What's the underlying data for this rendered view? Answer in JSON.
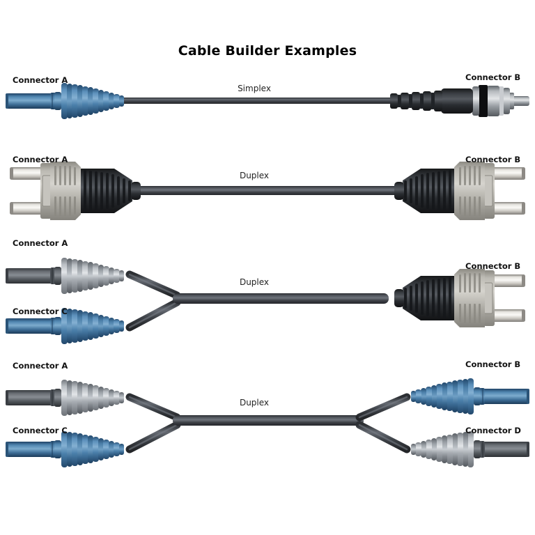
{
  "page": {
    "title": "Cable Builder Examples",
    "background": "#ffffff"
  },
  "colors": {
    "cable_dark": "#34373c",
    "cable_mid": "#4a4e55",
    "cable_light": "#6e737b",
    "boot_black_dark": "#1e2024",
    "boot_black_mid": "#35383d",
    "boot_black_light": "#55595f",
    "blue_dark": "#2f5f88",
    "blue_mid": "#4d82ad",
    "blue_light": "#7fa9cb",
    "grey_dark": "#7d8288",
    "grey_mid": "#aeb3b8",
    "grey_light": "#dfe2e5",
    "beige_dark": "#8e8c86",
    "beige_mid": "#b0aea8",
    "beige_light": "#d3d1cb",
    "ferrule_dark": "#8a8782",
    "ferrule_light": "#f2f0ec",
    "metal_dark": "#6a6e73",
    "metal_light": "#d8dadd",
    "text": "#111111"
  },
  "rows": [
    {
      "id": "row-simplex",
      "type_label": "Simplex",
      "type_label_x": 365,
      "type_label_y": 120,
      "connectors": [
        {
          "id": "a",
          "label": "Connector A",
          "label_x": 18,
          "label_y": 108,
          "style": "blue-lc",
          "side": "left"
        },
        {
          "id": "b",
          "label": "Connector B",
          "label_x": 668,
          "label_y": 104,
          "style": "black-st",
          "side": "right"
        }
      ]
    },
    {
      "id": "row-duplex-2",
      "type_label": "Duplex",
      "type_label_x": 365,
      "type_label_y": 245,
      "connectors": [
        {
          "id": "a",
          "label": "Connector A",
          "label_x": 18,
          "label_y": 226,
          "style": "beige-duplex",
          "side": "left"
        },
        {
          "id": "b",
          "label": "Connector B",
          "label_x": 668,
          "label_y": 226,
          "style": "beige-duplex",
          "side": "right"
        }
      ]
    },
    {
      "id": "row-duplex-3",
      "type_label": "Duplex",
      "type_label_x": 365,
      "type_label_y": 398,
      "connectors": [
        {
          "id": "a",
          "label": "Connector A",
          "label_x": 18,
          "label_y": 343,
          "style": "grey-lc",
          "side": "left"
        },
        {
          "id": "c",
          "label": "Connector C",
          "label_x": 18,
          "label_y": 442,
          "style": "blue-lc",
          "side": "left"
        },
        {
          "id": "b",
          "label": "Connector B",
          "label_x": 668,
          "label_y": 374,
          "style": "beige-duplex",
          "side": "right"
        }
      ]
    },
    {
      "id": "row-duplex-4",
      "type_label": "Duplex",
      "type_label_x": 365,
      "type_label_y": 572,
      "connectors": [
        {
          "id": "a",
          "label": "Connector A",
          "label_x": 18,
          "label_y": 519,
          "style": "grey-lc",
          "side": "left"
        },
        {
          "id": "c",
          "label": "Connector C",
          "label_x": 18,
          "label_y": 612,
          "style": "blue-lc",
          "side": "left"
        },
        {
          "id": "b",
          "label": "Connector B",
          "label_x": 668,
          "label_y": 517,
          "style": "blue-lc",
          "side": "right"
        },
        {
          "id": "d",
          "label": "Connector D",
          "label_x": 668,
          "label_y": 612,
          "style": "grey-lc",
          "side": "right"
        }
      ]
    }
  ]
}
